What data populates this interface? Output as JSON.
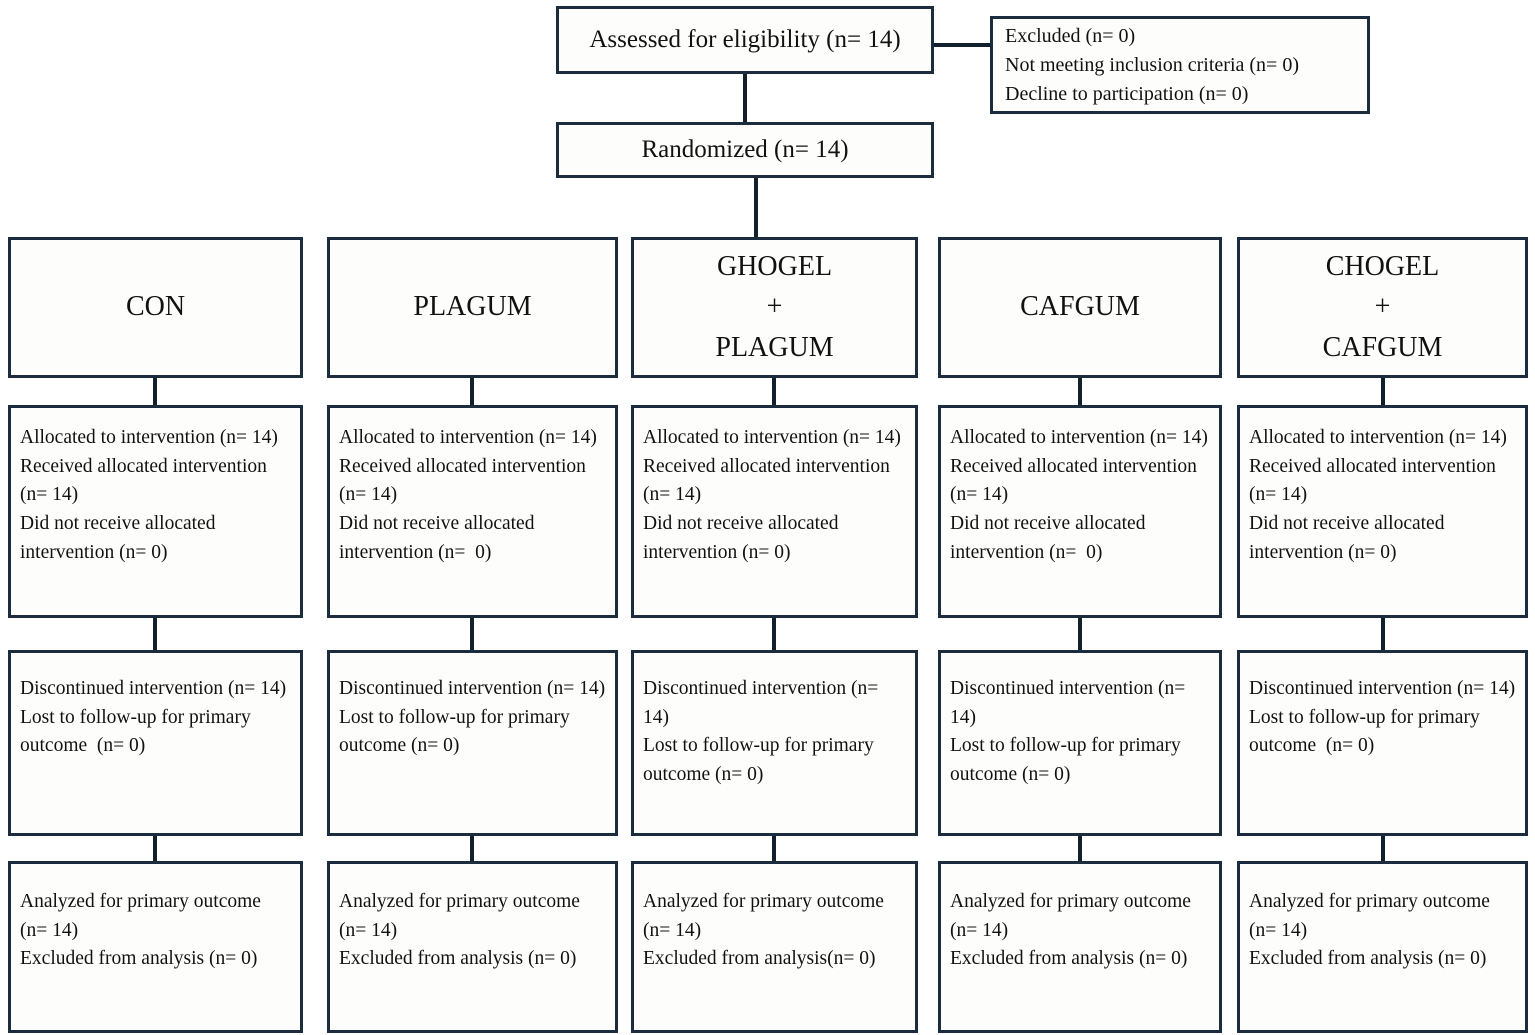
{
  "diagram": {
    "title": "CONSORT participant flow diagram",
    "border_color": "#1a2c3d",
    "background_color": "#ffffff",
    "text_color": "#111111"
  },
  "enrollment": {
    "assessed": "Assessed for eligibility (n= 14)",
    "excluded_lines": [
      "Excluded (n= 0)",
      "Not meeting inclusion criteria (n= 0)",
      "Decline to participation (n= 0)"
    ],
    "randomized": "Randomized (n= 14)"
  },
  "groups": [
    {
      "name": "CON",
      "header_lines": [
        "CON"
      ],
      "allocation_lines": [
        "Allocated to intervention (n= 14)",
        "Received allocated intervention (n= 14)",
        "Did not receive allocated intervention (n= 0)"
      ],
      "followup_lines": [
        "Discontinued intervention (n= 14)",
        "Lost to follow-up for primary outcome  (n= 0)"
      ],
      "analysis_lines": [
        "Analyzed for primary outcome (n= 14)",
        "Excluded from analysis (n= 0)"
      ]
    },
    {
      "name": "PLAGUM",
      "header_lines": [
        "PLAGUM"
      ],
      "allocation_lines": [
        "Allocated to intervention (n= 14)",
        "Received allocated intervention (n= 14)",
        "Did not receive allocated intervention (n=  0)"
      ],
      "followup_lines": [
        "Discontinued intervention (n= 14)",
        "Lost to follow-up for primary outcome (n= 0)"
      ],
      "analysis_lines": [
        "Analyzed for primary outcome (n= 14)",
        "Excluded from analysis (n= 0)"
      ]
    },
    {
      "name": "GHOGEL + PLAGUM",
      "header_lines": [
        "GHOGEL",
        "+",
        "PLAGUM"
      ],
      "allocation_lines": [
        "Allocated to intervention (n= 14)",
        "Received allocated intervention (n= 14)",
        "Did not receive allocated intervention (n= 0)"
      ],
      "followup_lines": [
        "Discontinued intervention (n= 14)",
        "Lost to follow-up for primary outcome (n= 0)"
      ],
      "analysis_lines": [
        "Analyzed for primary outcome (n= 14)",
        "Excluded from analysis(n= 0)"
      ]
    },
    {
      "name": "CAFGUM",
      "header_lines": [
        "CAFGUM"
      ],
      "allocation_lines": [
        "Allocated to intervention (n= 14)",
        "Received allocated intervention (n= 14)",
        "Did not receive allocated intervention (n=  0)"
      ],
      "followup_lines": [
        "Discontinued intervention (n= 14)",
        "Lost to follow-up for primary outcome (n= 0)"
      ],
      "analysis_lines": [
        "Analyzed for primary outcome (n= 14)",
        "Excluded from analysis (n= 0)"
      ]
    },
    {
      "name": "CHOGEL + CAFGUM",
      "header_lines": [
        "CHOGEL",
        "+",
        "CAFGUM"
      ],
      "allocation_lines": [
        "Allocated to intervention (n= 14)",
        "Received allocated intervention (n= 14)",
        "Did not receive allocated intervention (n= 0)"
      ],
      "followup_lines": [
        "Discontinued intervention (n= 14)",
        "Lost to follow-up for primary outcome  (n= 0)"
      ],
      "analysis_lines": [
        "Analyzed for primary outcome (n= 14)",
        "Excluded from analysis (n= 0)"
      ]
    }
  ]
}
